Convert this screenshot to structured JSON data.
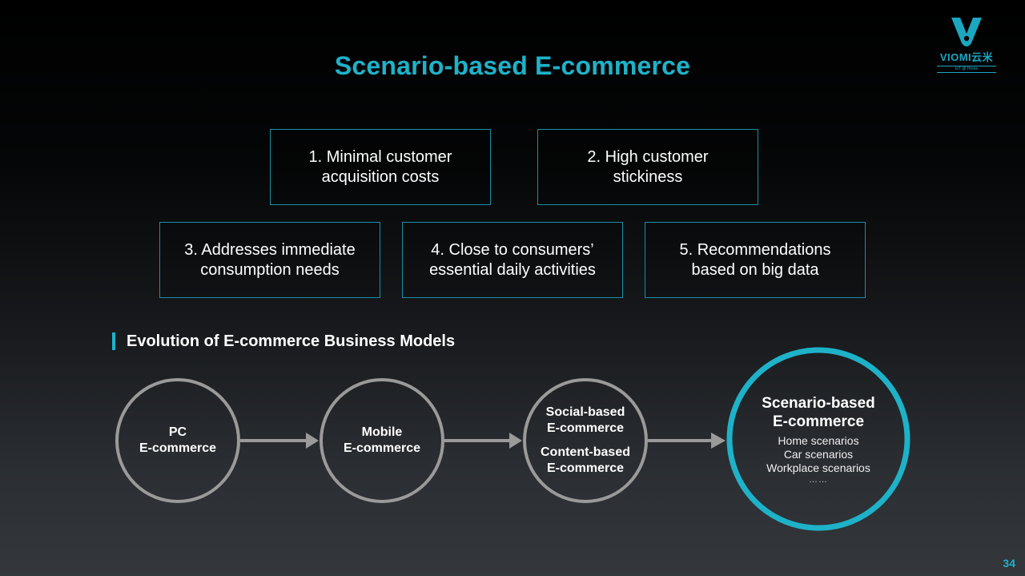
{
  "logo": {
    "name": "VIOMI云米",
    "tagline": "IoT @ Home"
  },
  "title": "Scenario-based E-commerce",
  "features": [
    "1. Minimal customer\nacquisition costs",
    "2. High customer\nstickiness",
    "3. Addresses immediate\nconsumption needs",
    "4. Close to consumers’\nessential daily activities",
    "5. Recommendations\nbased on big data"
  ],
  "section_heading": "Evolution of E-commerce Business Models",
  "stages": [
    {
      "label": "PC\nE-commerce"
    },
    {
      "label": "Mobile\nE-commerce"
    },
    {
      "label_a": "Social-based\nE-commerce",
      "label_b": "Content-based\nE-commerce"
    },
    {
      "label": "Scenario-based\nE-commerce",
      "items": [
        "Home scenarios",
        "Car scenarios",
        "Workplace scenarios"
      ],
      "ellipsis": "……"
    }
  ],
  "colors": {
    "accent": "#1eb2c9",
    "box_border": "#1a8fa3",
    "circle_gray": "#9a9a9a"
  },
  "page_number": "34"
}
